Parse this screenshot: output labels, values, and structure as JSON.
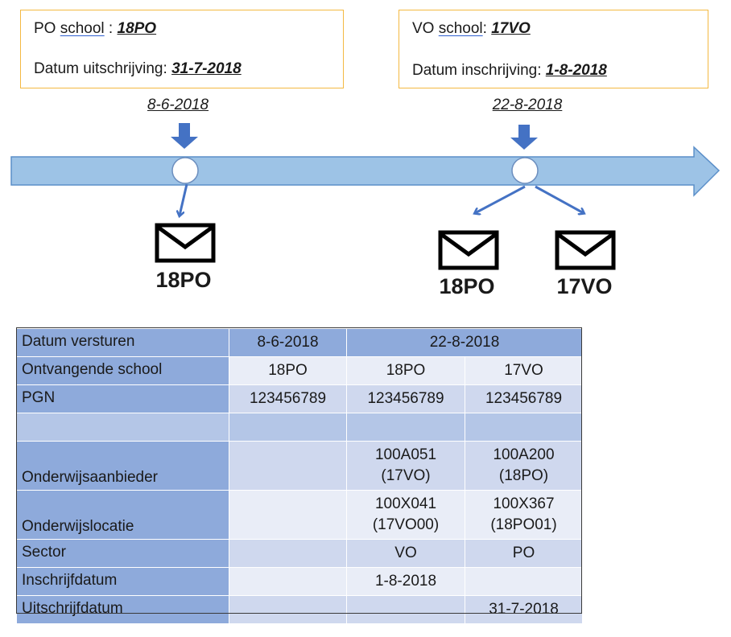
{
  "po_box": {
    "school_prefix": "PO ",
    "school_word": "school",
    "school_sep": " : ",
    "school_value": "18PO",
    "date_label": "Datum uitschrijving: ",
    "date_value": "31-7-2018"
  },
  "vo_box": {
    "school_prefix": "VO ",
    "school_word": "school",
    "school_sep": ": ",
    "school_value": "17VO",
    "date_label": "Datum inschrijving: ",
    "date_value": "1-8-2018"
  },
  "timeline": {
    "event1_date": "8-6-2018",
    "event2_date": "22-8-2018",
    "event1_messages": [
      "18PO"
    ],
    "event2_messages": [
      "18PO",
      "17VO"
    ]
  },
  "colors": {
    "arrow_fill": "#9dc3e6",
    "arrow_stroke": "#5b8fc9",
    "pointer": "#4472c4",
    "box_border": "#f4b942"
  },
  "table": {
    "header": {
      "label": "Datum versturen",
      "col1": "8-6-2018",
      "col23": "22-8-2018"
    },
    "rows": [
      {
        "label": "Ontvangende school",
        "c1": "18PO",
        "c2": "18PO",
        "c3": "17VO"
      },
      {
        "label": "PGN",
        "c1": "123456789",
        "c2": "123456789",
        "c3": "123456789"
      },
      {
        "label": "",
        "c1": "",
        "c2": "",
        "c3": ""
      },
      {
        "label": "Onderwijsaanbieder",
        "c1": "",
        "c2a": "100A051",
        "c2b": "(17VO)",
        "c3a": "100A200",
        "c3b": "(18PO)"
      },
      {
        "label": "Onderwijslocatie",
        "c1": "",
        "c2a": "100X041",
        "c2b": "(17VO00)",
        "c3a": "100X367",
        "c3b": "(18PO01)"
      },
      {
        "label": "Sector",
        "c1": "",
        "c2": "VO",
        "c3": "PO"
      },
      {
        "label": "Inschrijfdatum",
        "c1": "",
        "c2": "1-8-2018",
        "c3": ""
      },
      {
        "label": "Uitschrijfdatum",
        "c1": "",
        "c2": "",
        "c3": "31-7-2018"
      }
    ]
  }
}
